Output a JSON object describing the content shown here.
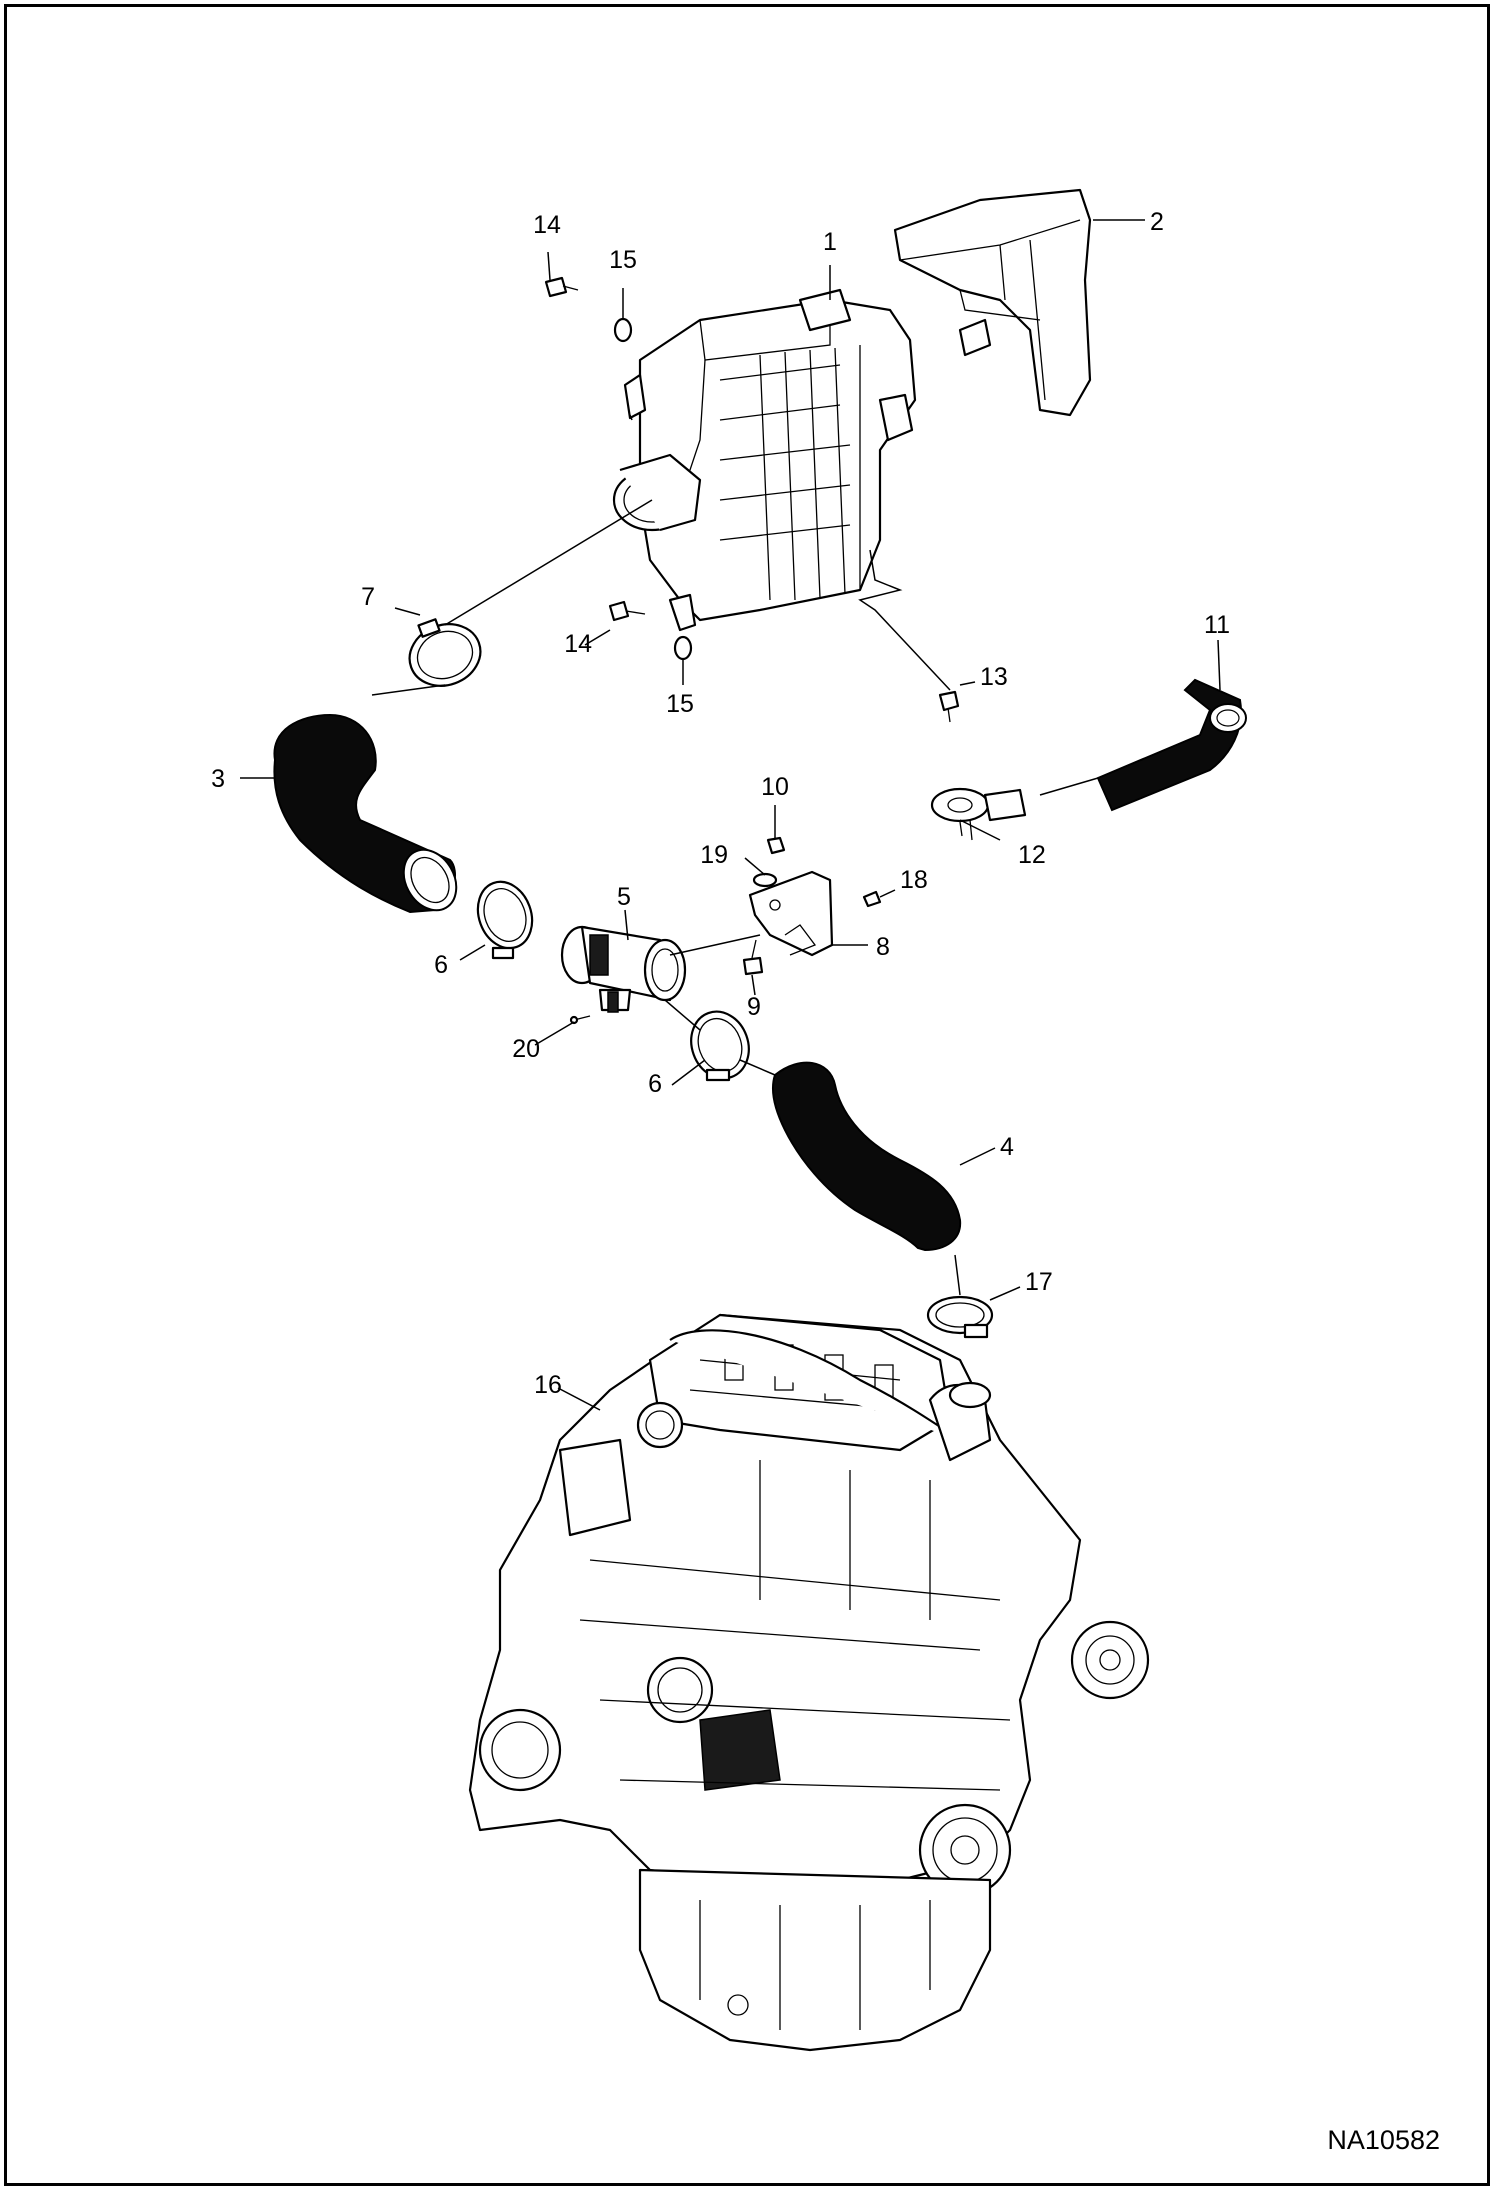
{
  "drawing_number": "NA10582",
  "callouts": [
    "1",
    "2",
    "3",
    "4",
    "5",
    "6",
    "6",
    "7",
    "8",
    "9",
    "10",
    "11",
    "12",
    "13",
    "14",
    "14",
    "15",
    "15",
    "16",
    "17",
    "18",
    "19",
    "20"
  ]
}
